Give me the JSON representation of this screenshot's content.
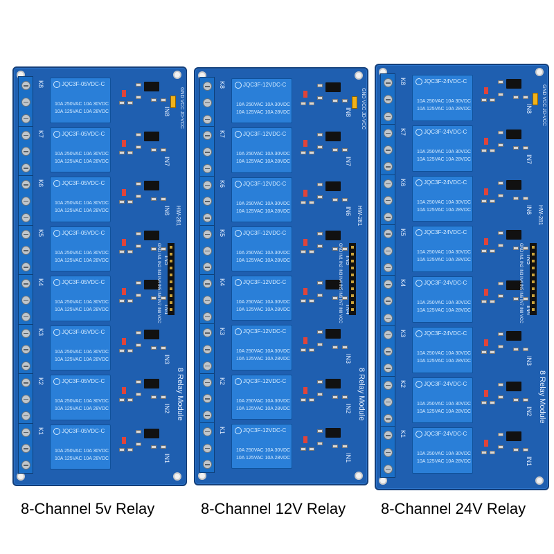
{
  "captions": [
    "8-Channel 5v Relay",
    "8-Channel 12V Relay",
    "8-Channel 24V Relay"
  ],
  "boards": [
    {
      "relay_model": "JQC3F-05VDC-C"
    },
    {
      "relay_model": "JQC3F-12VDC-C"
    },
    {
      "relay_model": "JQC3F-24VDC-C"
    }
  ],
  "relay_rating_lines": [
    "10A 250VAC  10A 30VDC",
    "10A 125VAC  10A 28VDC"
  ],
  "module_title": "8 Relay Module",
  "board_code": "HW-281",
  "channel_labels": [
    "IN8",
    "IN7",
    "IN6",
    "IN5",
    "IN4",
    "IN3",
    "IN2",
    "IN1"
  ],
  "terminal_labels": [
    "K8",
    "K7",
    "K6",
    "K5",
    "K4",
    "K3",
    "K2",
    "K1"
  ],
  "header_pins": "GND IN1 IN2 IN3 IN4 IN5 IN6 IN7 IN8 VCC",
  "jumper_pins": "GND VCC JD-VCC",
  "colors": {
    "pcb": "#1f5fb0",
    "relay": "#2a7fd8",
    "terminal": "#1b6fc6",
    "jumper": "#f1b21a"
  }
}
